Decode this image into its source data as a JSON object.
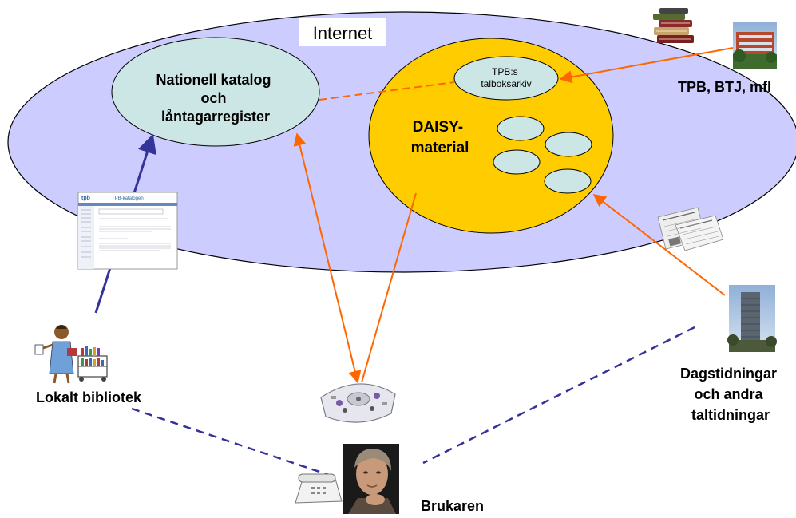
{
  "internet": {
    "label": "Internet"
  },
  "catalog": {
    "lines": [
      "Nationell katalog",
      "och",
      "låntagarregister"
    ]
  },
  "daisy": {
    "lines": [
      "DAISY-",
      "material"
    ]
  },
  "archive": {
    "lines": [
      "TPB:s",
      "talboksarkiv"
    ]
  },
  "sources": {
    "tpb": "TPB, BTJ, mfl",
    "newspapers": [
      "Dagstidningar",
      "och andra",
      "taltidningar"
    ]
  },
  "library": {
    "label": "Lokalt bibliotek"
  },
  "user": {
    "label": "Brukaren"
  },
  "catalog_page": {
    "header": "TPB-katalogen",
    "logo": "tpb"
  },
  "colors": {
    "internet_fill": "#ccccff",
    "daisy_fill": "#ffcc00",
    "bubble_fill": "#cce6e6",
    "orange_arrow": "#ff6600",
    "blue_arrow": "#333399",
    "dashed_blue": "#333399"
  },
  "icons": [
    "books-stack-icon",
    "tpb-building-photo",
    "newspapers-icon",
    "office-tower-photo",
    "library-person-icon",
    "daisy-player-icon",
    "telephone-icon",
    "user-portrait-photo"
  ]
}
